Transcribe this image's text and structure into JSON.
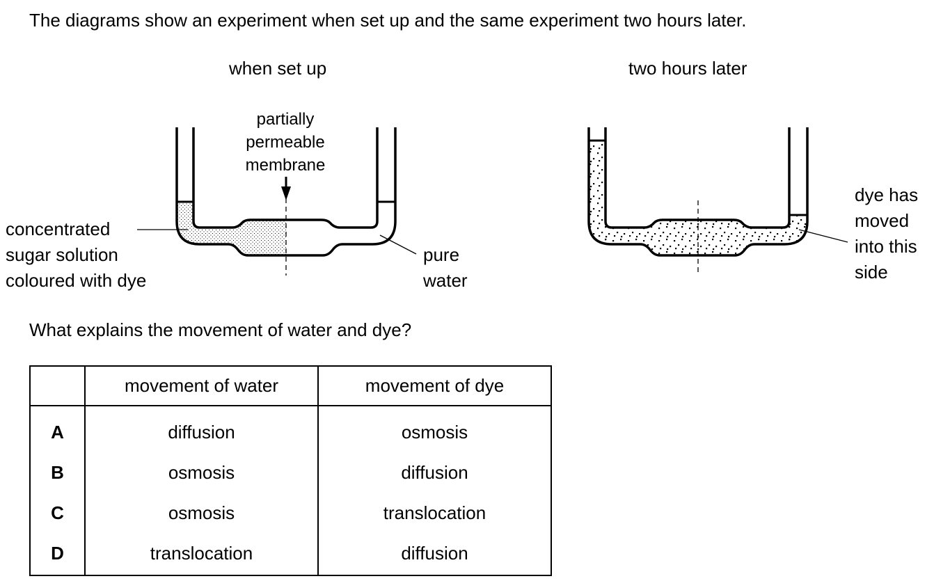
{
  "intro": "The diagrams show an experiment when set up and the same experiment two hours later.",
  "diagram_left": {
    "caption": "when set up",
    "membrane_label": [
      "partially",
      "permeable",
      "membrane"
    ],
    "solution_label": [
      "concentrated",
      "sugar solution",
      "coloured with dye"
    ],
    "water_label": [
      "pure",
      "water"
    ]
  },
  "diagram_right": {
    "caption": "two hours later",
    "dye_label": [
      "dye has",
      "moved",
      "into this",
      "side"
    ]
  },
  "question": "What explains the movement of water and dye?",
  "table": {
    "headers": [
      "",
      "movement of water",
      "movement of dye"
    ],
    "rows": [
      {
        "key": "A",
        "water": "diffusion",
        "dye": "osmosis"
      },
      {
        "key": "B",
        "water": "osmosis",
        "dye": "diffusion"
      },
      {
        "key": "C",
        "water": "osmosis",
        "dye": "translocation"
      },
      {
        "key": "D",
        "water": "translocation",
        "dye": "diffusion"
      }
    ]
  }
}
